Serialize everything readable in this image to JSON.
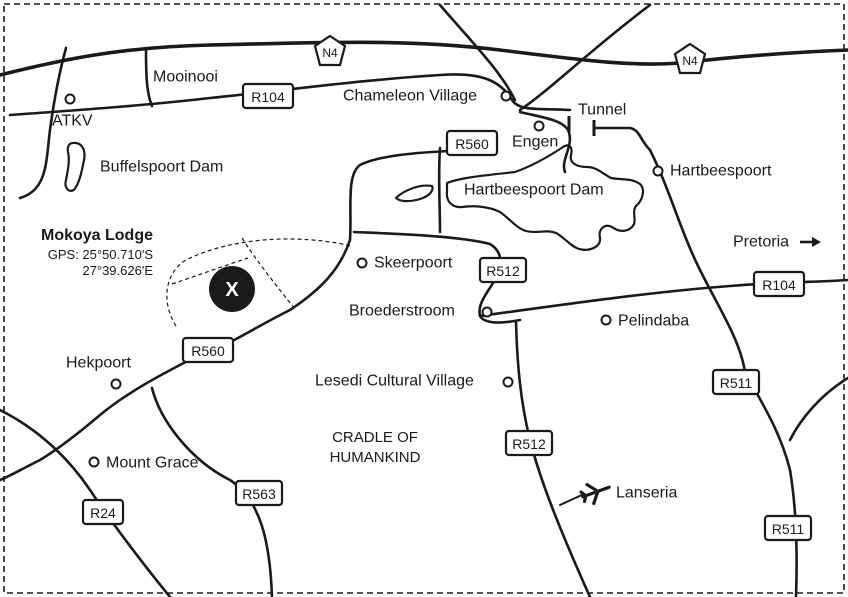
{
  "map": {
    "places": [
      {
        "id": "mooinooi",
        "label": "Mooinooi",
        "dot": false
      },
      {
        "id": "atkv",
        "label": "ATKV",
        "dot": true
      },
      {
        "id": "buffelspoort-dam",
        "label": "Buffelspoort Dam",
        "dot": false
      },
      {
        "id": "chameleon-village",
        "label": "Chameleon Village",
        "dot": true
      },
      {
        "id": "tunnel",
        "label": "Tunnel",
        "dot": false
      },
      {
        "id": "engen",
        "label": "Engen",
        "dot": true
      },
      {
        "id": "hartbeespoort",
        "label": "Hartbeespoort",
        "dot": true
      },
      {
        "id": "hartbeespoort-dam",
        "label": "Hartbeespoort Dam",
        "dot": false
      },
      {
        "id": "pretoria",
        "label": "Pretoria",
        "dot": false
      },
      {
        "id": "skeerpoort",
        "label": "Skeerpoort",
        "dot": true
      },
      {
        "id": "broederstroom",
        "label": "Broederstroom",
        "dot": true
      },
      {
        "id": "pelindaba",
        "label": "Pelindaba",
        "dot": true
      },
      {
        "id": "hekpoort",
        "label": "Hekpoort",
        "dot": true
      },
      {
        "id": "lesedi",
        "label": "Lesedi Cultural Village",
        "dot": true
      },
      {
        "id": "mount-grace",
        "label": "Mount Grace",
        "dot": true
      },
      {
        "id": "lanseria",
        "label": "Lanseria",
        "dot": false
      }
    ],
    "region_label": [
      "CRADLE OF",
      "HUMANKIND"
    ],
    "lodge": {
      "name": "Mokoya Lodge",
      "gps_lat": "GPS: 25°50.710'S",
      "gps_lon": "27°39.626'E",
      "marker": "X"
    },
    "routes": {
      "n4_a": "N4",
      "n4_b": "N4",
      "r104_a": "R104",
      "r104_b": "R104",
      "r560_a": "R560",
      "r560_b": "R560",
      "r512_a": "R512",
      "r512_b": "R512",
      "r511_a": "R511",
      "r511_b": "R511",
      "r563": "R563",
      "r24": "R24"
    },
    "icons": {
      "pretoria_arrow": "arrow-right-icon",
      "lanseria_airport": "airplane-icon",
      "lodge_marker": "location-x-icon"
    }
  }
}
